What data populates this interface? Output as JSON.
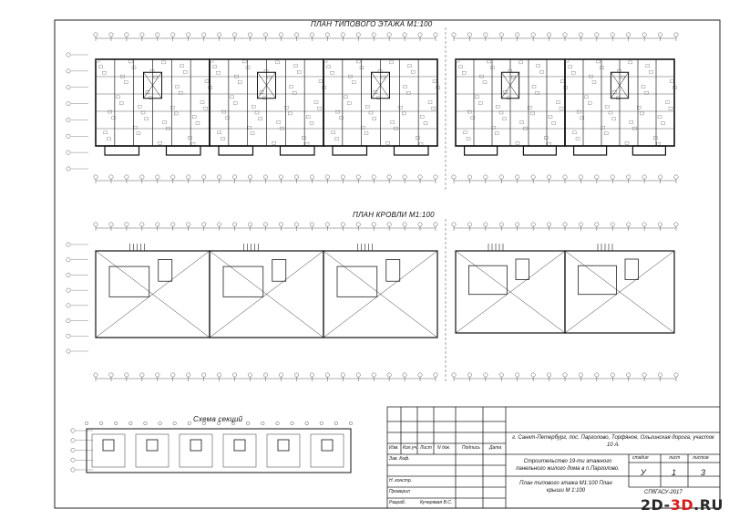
{
  "titles": {
    "plan_typical": "ПЛАН ТИПОВОГО ЭТАЖА М1:100",
    "plan_roof": "ПЛАН КРОВЛИ М1:100",
    "sections_scheme": "Схема секций"
  },
  "title_block": {
    "address": "г. Санкт-Петербург, пос. Парголово, Торфяное, Ольгинская дорога, участок 10 А.",
    "project": "Строительство 19-ти этажного панельного жилого дома в п.Парголово.",
    "sheet_title": "План типового этажа М1:100 План крыши М 1:100",
    "org": "СПбГАСУ-2017",
    "stage_header": "стадия",
    "sheet_header": "лист",
    "sheets_header": "листов",
    "stage": "У",
    "sheet": "1",
    "sheets": "3",
    "col_izm": "Изм.",
    "col_kol": "Кол.уч.",
    "col_list": "Лист",
    "col_ndok": "N док.",
    "col_podp": "Подпись",
    "col_data": "Дата",
    "role_zav": "Зав. Каф.",
    "role_nkontr": "Н. констр.",
    "role_prov": "Проверил",
    "role_razr": "Разраб.",
    "razr_name": "Кучерявая В.С."
  },
  "watermark": {
    "prefix": "2D-",
    "mid": "3D",
    "suffix": ".RU"
  }
}
